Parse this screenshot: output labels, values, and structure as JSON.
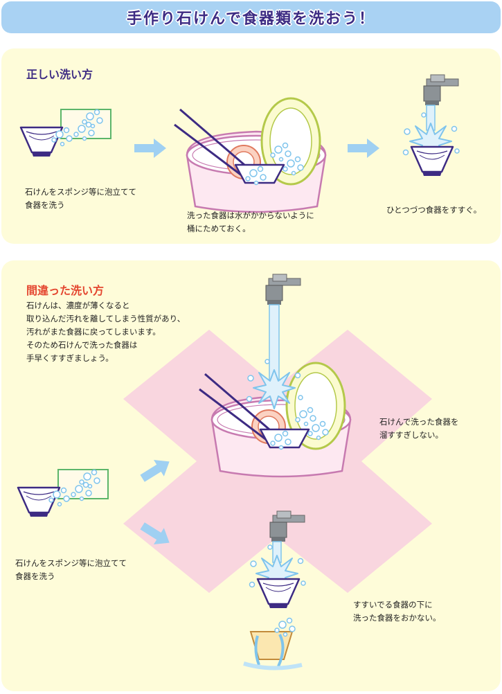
{
  "banner": {
    "title": "手作り石けんで食器類を洗おう！"
  },
  "correct": {
    "heading": "正しい洗い方",
    "step1": "石けんをスポンジ等に泡立てて\n食器を洗う",
    "step2": "洗った食器は水がかからないように\n桶にためておく。",
    "step3": "ひとつづつ食器をすすぐ。"
  },
  "wrong": {
    "heading": "間違った洗い方",
    "explanation": "石けんは、濃度が薄くなると\n取り込んだ汚れを離してしまう性質があり、\n汚れがまた食器に戻ってしまいます。\nそのため石けんで洗った食器は\n手早くすすぎましょう。",
    "step1": "石けんをスポンジ等に泡立てて\n食器を洗う",
    "note_top": "石けんで洗った食器を\n溜すすぎしない。",
    "note_bottom": "すすいでる食器の下に\n洗った食器をおかない。"
  },
  "colors": {
    "banner_bg": "#a9d2f3",
    "banner_text": "#3d2b83",
    "panel_bg": "#fefcd9",
    "heading_correct": "#3d2b83",
    "heading_wrong": "#e4462f",
    "cross": "#f9d6df",
    "arrow": "#9fd0f2",
    "bowl_line": "#3d2b83",
    "bubble": "#7fc4ec"
  }
}
